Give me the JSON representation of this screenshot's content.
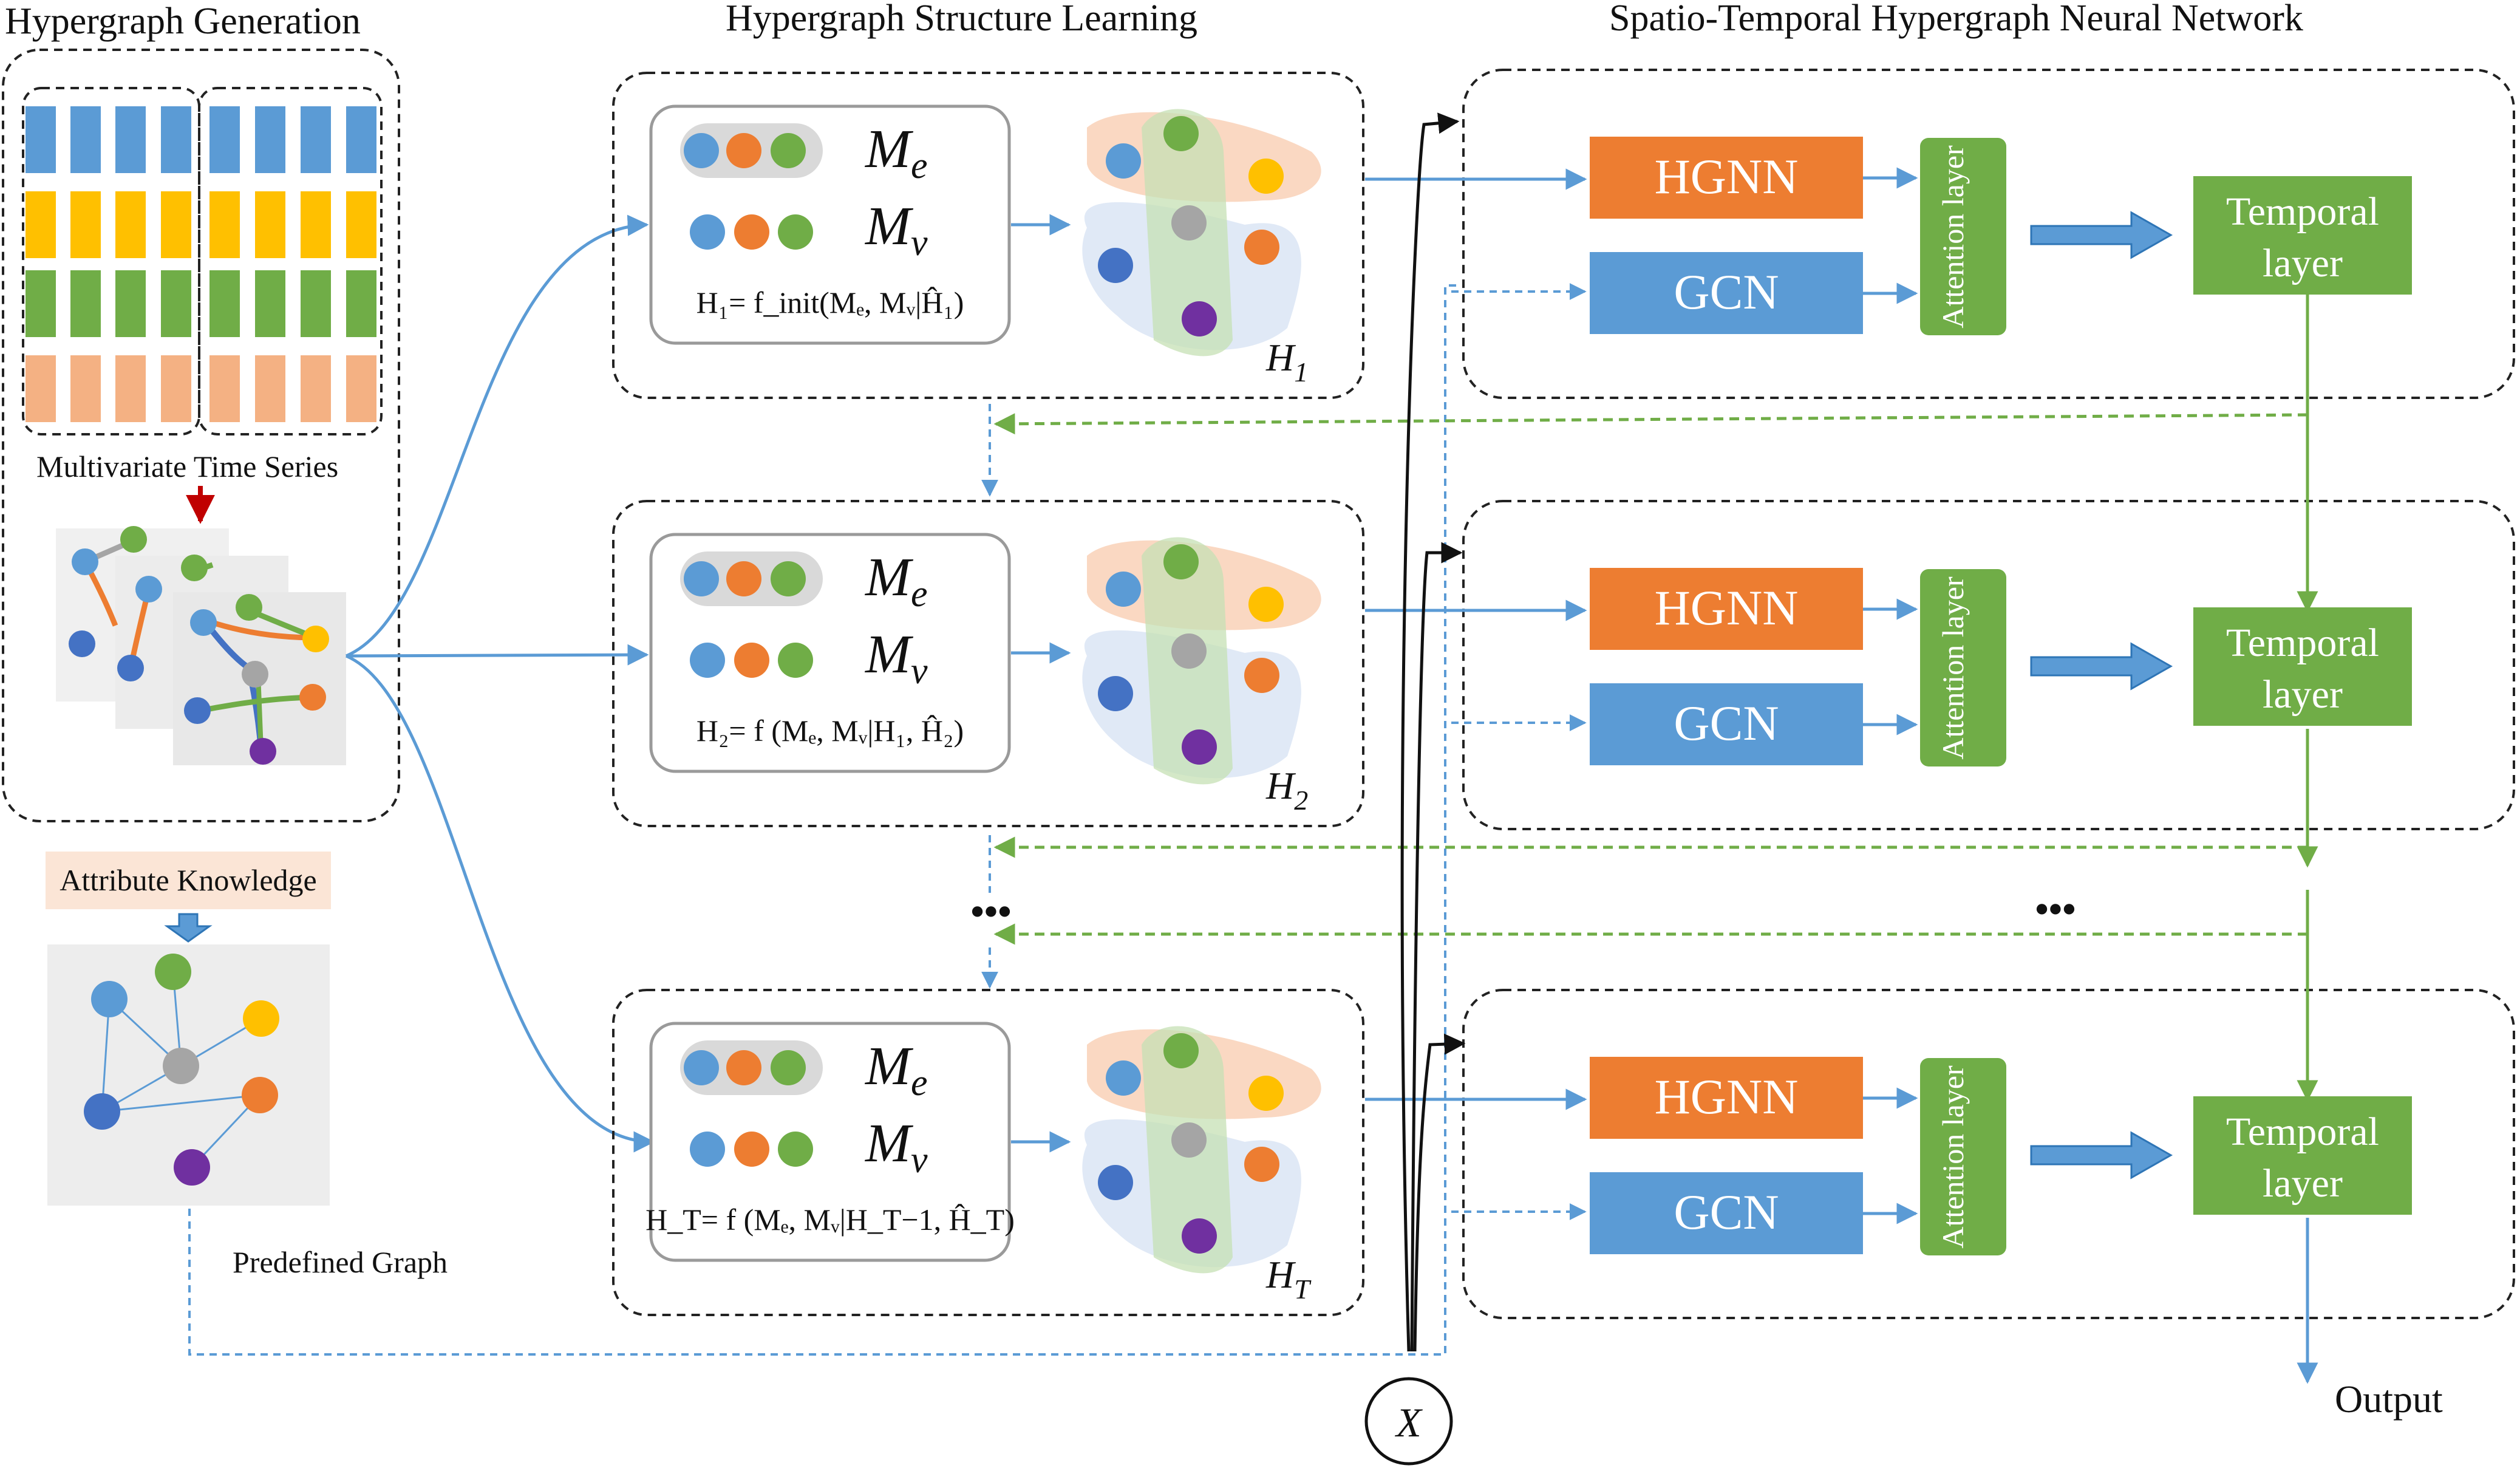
{
  "sections": {
    "generation_title": "Hypergraph Generation",
    "structure_title": "Hypergraph Structure Learning",
    "network_title": "Spatio-Temporal Hypergraph Neural Network"
  },
  "generation": {
    "mts_label": "Multivariate Time Series",
    "attribute_label": "Attribute Knowledge",
    "predefined_label": "Predefined Graph"
  },
  "hsl": {
    "me_label": "M",
    "me_sub": "e",
    "mv_label": "M",
    "mv_sub": "v",
    "blocks": [
      {
        "formula": "H₁= f_init(Mₑ, Mᵥ|Ĥ₁)",
        "h_label": "H",
        "h_sub": "1"
      },
      {
        "formula": "H₂= f (Mₑ, Mᵥ|H₁, Ĥ₂)",
        "h_label": "H",
        "h_sub": "2"
      },
      {
        "formula": "H_T= f (Mₑ, Mᵥ|H_T−1, Ĥ_T)",
        "h_label": "H",
        "h_sub": "T"
      }
    ],
    "ellipsis": "•••"
  },
  "network": {
    "hgnn_label": "HGNN",
    "gcn_label": "GCN",
    "attention_label": "Attention layer",
    "temporal_label_line1": "Temporal",
    "temporal_label_line2": "layer",
    "ellipsis": "•••",
    "output_label": "Output",
    "input_label": "X"
  },
  "colors": {
    "blue": "#5b9bd5",
    "orange": "#ed7d31",
    "yellow": "#ffc000",
    "green": "#70ad47",
    "peach": "#f4b183",
    "gray": "#a5a5a5",
    "purple": "#7030a0",
    "darkblue": "#4472c4"
  }
}
